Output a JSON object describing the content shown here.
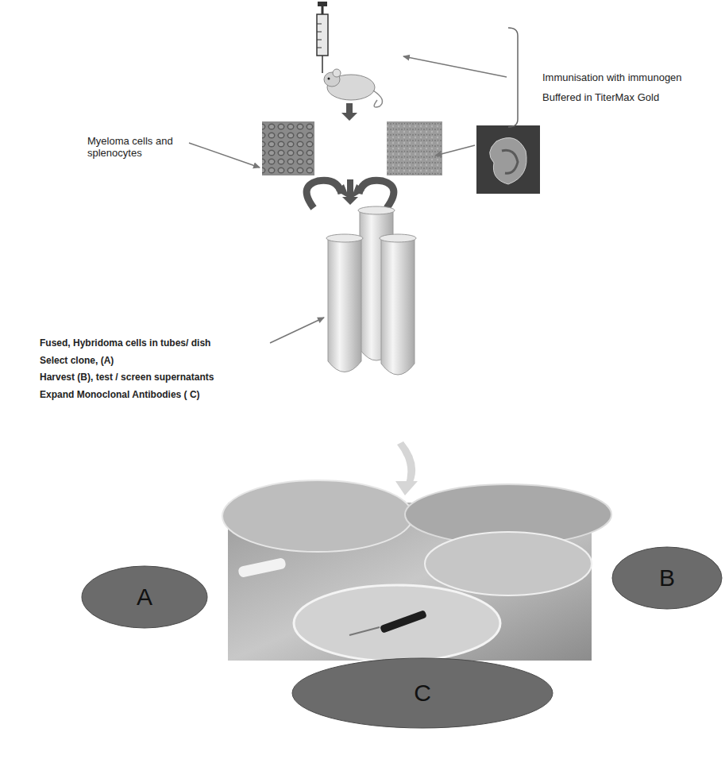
{
  "diagram": {
    "nodes": [
      {
        "text": [
          "A"
        ]
      },
      {
        "text": [
          "B"
        ]
      },
      {
        "text": [
          "C"
        ]
      }
    ],
    "labels": [
      "Immunisation with immunogen",
      "Buffered in TiterMax Gold",
      "Myeloma cells and splenocytes",
      "Fused, Hybridoma cells in tubes/ dish",
      "Select clone, (A)",
      "Harvest (B), test / screen supernatants",
      "Expand Monoclonal Antibodies ( C)"
    ]
  }
}
